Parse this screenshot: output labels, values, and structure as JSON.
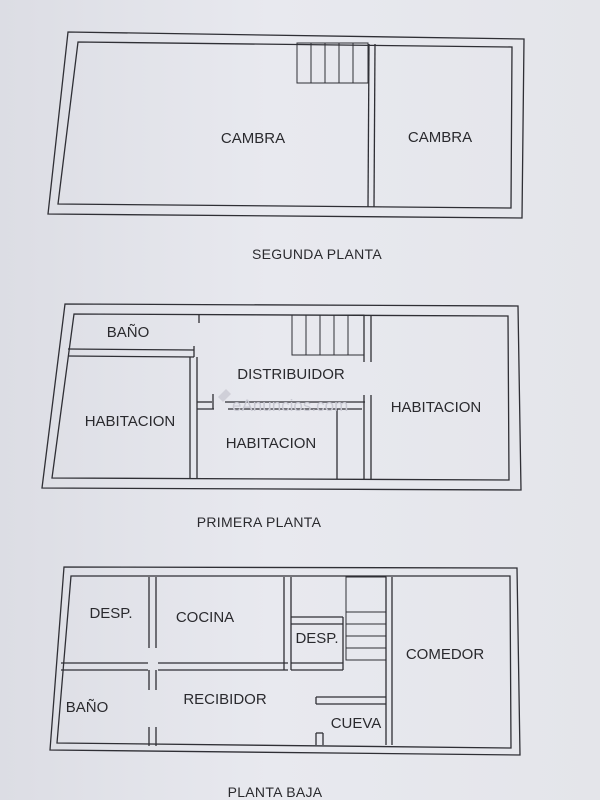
{
  "watermark": "eAnuncios.com",
  "segunda_planta": {
    "title": "SEGUNDA PLANTA",
    "rooms": [
      "CAMBRA",
      "CAMBRA"
    ]
  },
  "primera_planta": {
    "title": "PRIMERA PLANTA",
    "rooms": [
      "BAÑO",
      "DISTRIBUIDOR",
      "HABITACION",
      "HABITACION",
      "HABITACION"
    ]
  },
  "planta_baja": {
    "title": "PLANTA BAJA",
    "rooms": [
      "DESP.",
      "COCINA",
      "DESP.",
      "COMEDOR",
      "BAÑO",
      "RECIBIDOR",
      "CUEVA"
    ]
  }
}
